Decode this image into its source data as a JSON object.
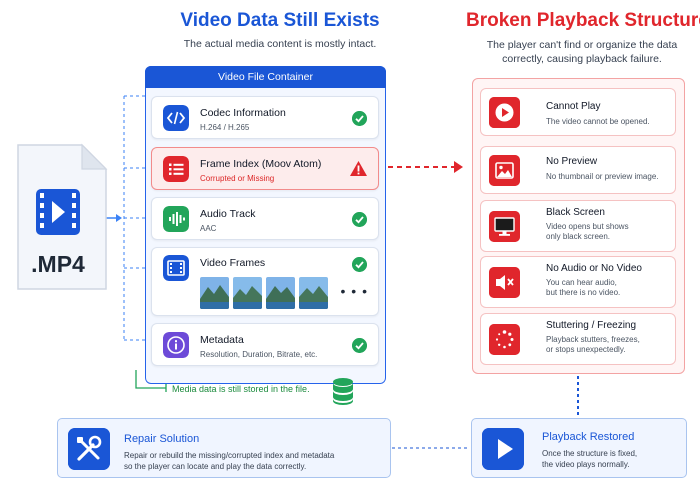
{
  "left_heading": {
    "title": "Video Data Still Exists",
    "subtitle": "The actual media content is mostly intact."
  },
  "right_heading": {
    "title": "Broken Playback Structure",
    "subtitle_line1": "The player can't find or organize the data",
    "subtitle_line2": "correctly, causing playback failure."
  },
  "file": {
    "label": ".MP4"
  },
  "container": {
    "title": "Video File Container",
    "rows": [
      {
        "title": "Codec Information",
        "subtitle": "H.264 / H.265",
        "status": "ok"
      },
      {
        "title": "Frame Index (Moov Atom)",
        "subtitle": "Corrupted or Missing",
        "status": "error"
      },
      {
        "title": "Audio Track",
        "subtitle": "AAC",
        "status": "ok"
      },
      {
        "title": "Video Frames",
        "subtitle": "",
        "status": "ok"
      },
      {
        "title": "Metadata",
        "subtitle": "Resolution, Duration, Bitrate, etc.",
        "status": "ok"
      }
    ],
    "ellipsis": "• • •"
  },
  "stored_note": "Media data is still stored in the file.",
  "symptoms": [
    {
      "title": "Cannot Play",
      "line1": "The video cannot be opened.",
      "line2": "",
      "icon": "play-icon"
    },
    {
      "title": "No Preview",
      "line1": "No thumbnail or preview image.",
      "line2": "",
      "icon": "image-icon"
    },
    {
      "title": "Black Screen",
      "line1": "Video opens but shows",
      "line2": "only black screen.",
      "icon": "monitor-icon"
    },
    {
      "title": "No Audio or No Video",
      "line1": "You can hear audio,",
      "line2": "but there is no video.",
      "icon": "mute-icon"
    },
    {
      "title": "Stuttering / Freezing",
      "line1": "Playback stutters, freezes,",
      "line2": "or stops unexpectedly.",
      "icon": "loading-icon"
    }
  ],
  "repair": {
    "title": "Repair Solution",
    "line1": "Repair or rebuild the missing/corrupted index and metadata",
    "line2": "so the player can locate and play the data correctly."
  },
  "restored": {
    "title": "Playback Restored",
    "line1": "Once the structure is fixed,",
    "line2": "the video plays normally."
  },
  "colors": {
    "accent_blue": "#1a56d6",
    "error_red": "#e0262c",
    "ok_green": "#22a55a",
    "audio_green": "#22a55a",
    "metadata_purple": "#6d4ad8"
  }
}
